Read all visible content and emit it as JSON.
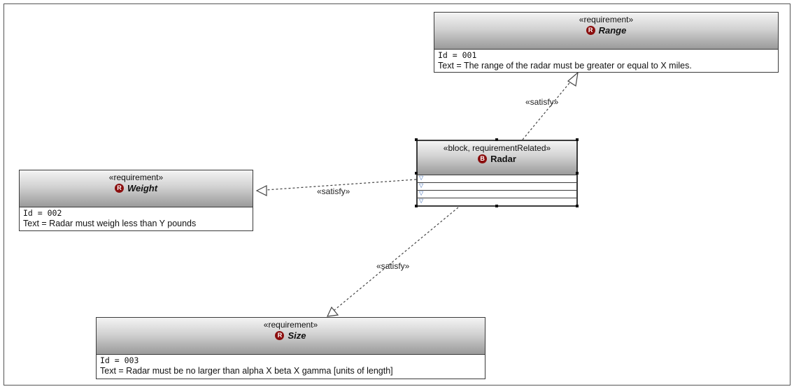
{
  "diagram": {
    "requirement_range": {
      "stereotype": "«requirement»",
      "icon_letter": "R",
      "name": "Range",
      "id_line": "Id = 001",
      "text_line": "Text = The range of the radar must be greater or equal to X miles."
    },
    "requirement_weight": {
      "stereotype": "«requirement»",
      "icon_letter": "R",
      "name": "Weight",
      "id_line": "Id = 002",
      "text_line": "Text = Radar must weigh less than Y pounds"
    },
    "requirement_size": {
      "stereotype": "«requirement»",
      "icon_letter": "R",
      "name": "Size",
      "id_line": "Id = 003",
      "text_line": "Text = Radar must be no larger than alpha X beta X gamma [units of length]"
    },
    "block_radar": {
      "stereotype": "«block, requirementRelated»",
      "icon_letter": "B",
      "name": "Radar",
      "compartment_marker": "▽"
    },
    "relationships": {
      "radar_to_range": "«satisfy»",
      "radar_to_weight": "«satisfy»",
      "radar_to_size": "«satisfy»"
    }
  }
}
